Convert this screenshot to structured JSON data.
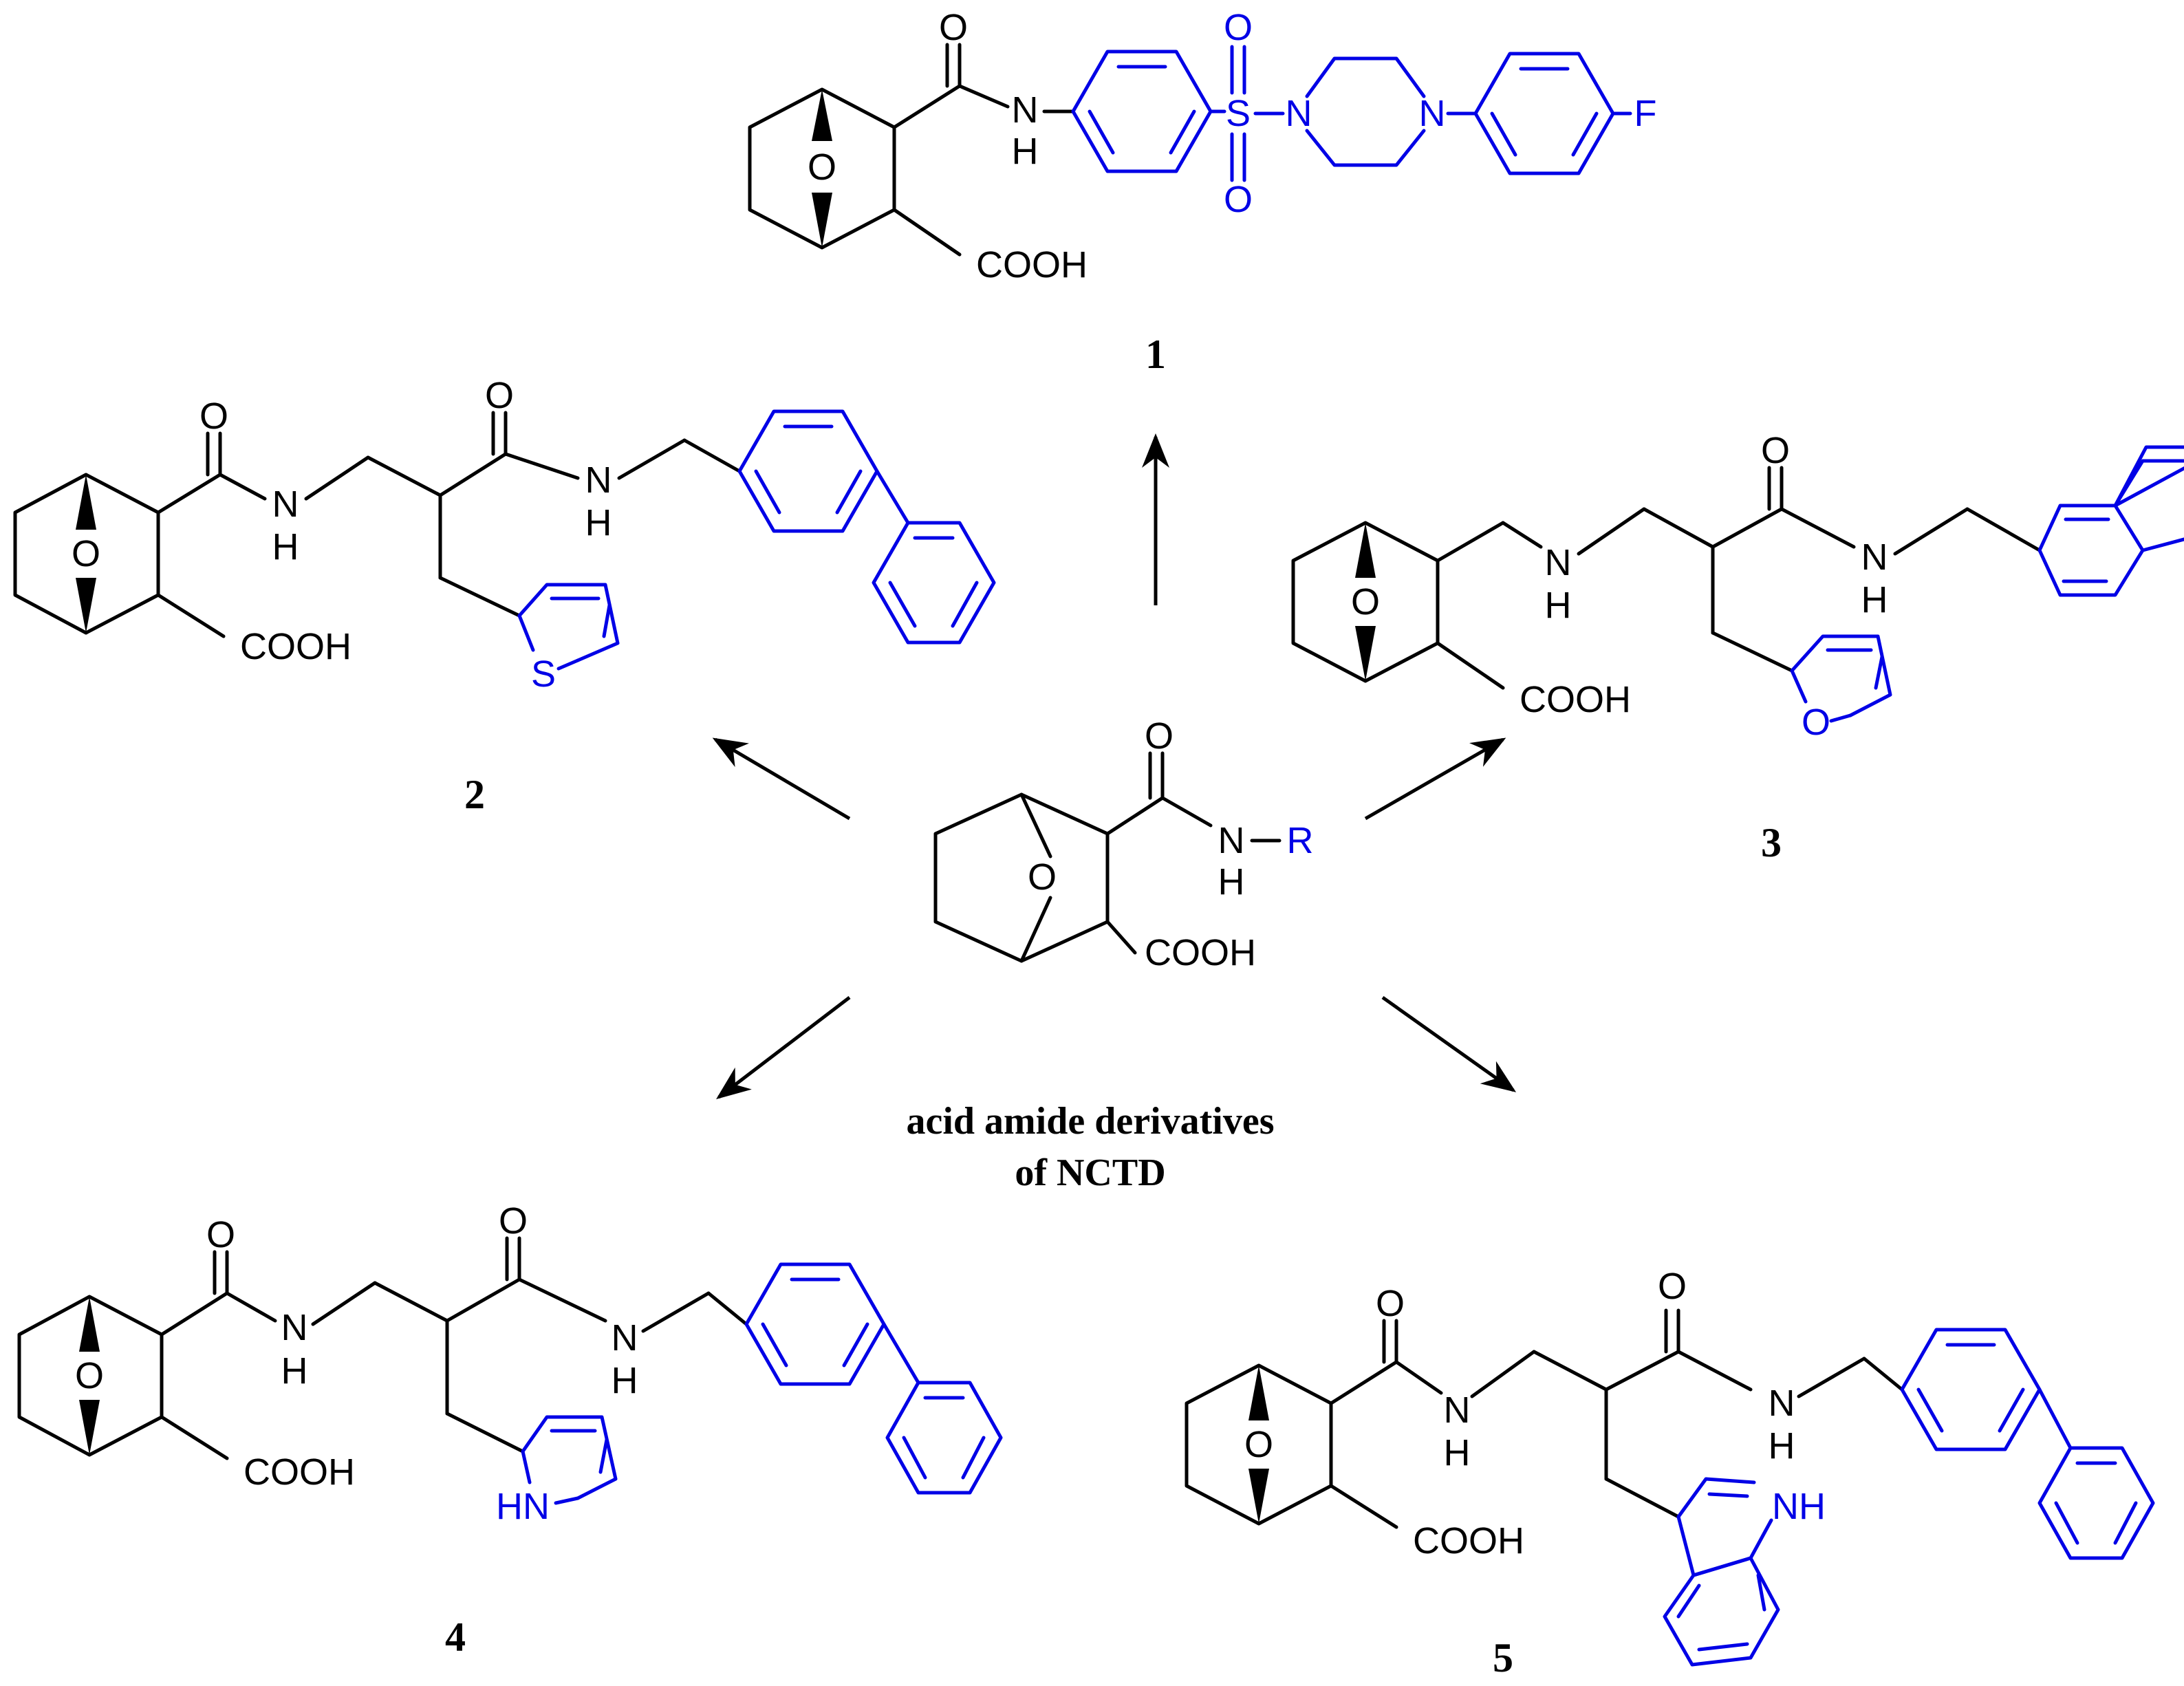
{
  "caption": {
    "line1": "acid amide derivatives",
    "line2": "of NCTD"
  },
  "compounds": [
    {
      "label": "1"
    },
    {
      "label": "2"
    },
    {
      "label": "3"
    },
    {
      "label": "4"
    },
    {
      "label": "5"
    }
  ],
  "atoms": {
    "O": "O",
    "H": "H",
    "N": "N",
    "NH": "NH",
    "HN": "HN",
    "S": "S",
    "F": "F",
    "R": "R",
    "COOH": "COOH"
  },
  "colors": {
    "bonds": "#000000",
    "substituent": "#0000e6"
  }
}
